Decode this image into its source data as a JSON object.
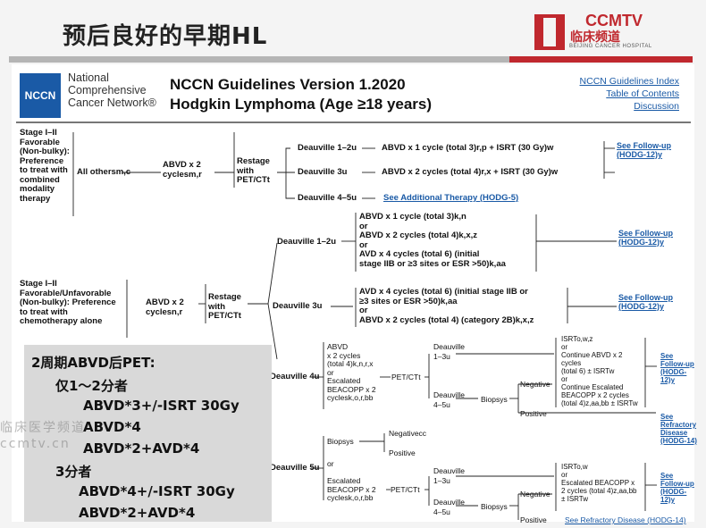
{
  "slide": {
    "title": "预后良好的早期HL",
    "brand": "CCMTV",
    "brand_sub": "临床频道",
    "hospital": "BEIJING CANCER HOSPITAL"
  },
  "header": {
    "logo": "NCCN",
    "org_name": "National Comprehensive Cancer Network®",
    "title_line1": "NCCN Guidelines Version 1.2020",
    "title_line2": "Hodgkin Lymphoma (Age ≥18 years)",
    "links": [
      "NCCN Guidelines Index",
      "Table of Contents",
      "Discussion"
    ]
  },
  "top": {
    "stage": "Stage I–II Favorable (Non-bulky): Preference to treat with combined modality therapy",
    "all_others": "All othersm,c",
    "abvd": "ABVD x 2 cyclesm,r",
    "restage": "Restage with PET/CTt",
    "d12": "Deauville 1–2u",
    "d12_rx": "ABVD x 1 cycle (total 3)r,p + ISRT (30 Gy)w",
    "d3": "Deauville 3u",
    "d3_rx": "ABVD x 2 cycles (total 4)r,x + ISRT (30 Gy)w",
    "d45": "Deauville 4–5u",
    "d45_link": "See Additional Therapy (HODG-5)",
    "followup": "See Follow-up (HODG-12)y"
  },
  "bottom": {
    "stage": "Stage I–II Favorable/Unfavorable (Non-bulky): Preference to treat with chemotherapy alone",
    "abvd": "ABVD x 2 cyclesn,r",
    "restage": "Restage with PET/CTt",
    "d12": "Deauville 1–2u",
    "d12_rx": [
      "ABVD x 1 cycle (total 3)k,n",
      "or",
      "ABVD x 2 cycles (total 4)k,x,z",
      "or",
      "AVD x 4 cycles (total 6) (initial",
      "stage IIB or ≥3 sites or ESR >50)k,aa"
    ],
    "d3": "Deauville 3u",
    "d3_rx": [
      "AVD x 4 cycles (total 6) (initial stage IIB or",
      "≥3 sites or ESR >50)k,aa",
      "or",
      "ABVD x 2 cycles (total 4) (category 2B)k,x,z"
    ],
    "followup": "See Follow-up (HODG-12)y",
    "d4": "Deauville 4u",
    "d4_rx": [
      "ABVD",
      "x 2 cycles",
      "(total 4)k,n,r,x",
      "or",
      "Escalated",
      "BEACOPP x 2",
      "cyclesk,o,r,bb"
    ],
    "petct": "PET/CTt",
    "d13": "Deauville 1–3u",
    "d45": "Deauville 4–5u",
    "biopsy": "Biopsys",
    "negative": "Negative",
    "positive": "Positive",
    "isrt_block": [
      "ISRTo,w,z",
      "or",
      "Continue ABVD x 2",
      "cycles",
      "(total 6) ± ISRTw",
      "or",
      "Continue Escalated",
      "BEACOPP x 2 cycles",
      "(total 4)z,aa,bb ± ISRTw"
    ],
    "refractory": "See Refractory Disease (HODG-14)",
    "d5": "Deauville 5u",
    "negative_cc": "Negativecc",
    "or": "or",
    "d5_rx": [
      "Escalated",
      "BEACOPP x 2",
      "cyclesk,o,r,bb"
    ],
    "isrt_block2": [
      "ISRTo,w",
      "or",
      "Escalated BEACOPP x",
      "2 cycles (total 4)z,aa,bb",
      "± ISRTw"
    ],
    "refractory_inline": "See Refractory Disease (HODG-14)"
  },
  "notes": {
    "line1": "2周期ABVD后PET:",
    "line2": "仅1～2分者",
    "line3": "ABVD*3+/-ISRT 30Gy",
    "line4": "ABVD*4",
    "line5": "ABVD*2+AVD*4",
    "line6": "3分者",
    "line7": "ABVD*4+/-ISRT 30Gy",
    "line8": "ABVD*2+AVD*4"
  },
  "watermark": [
    "临床医学频道",
    "ccmtv.cn"
  ]
}
